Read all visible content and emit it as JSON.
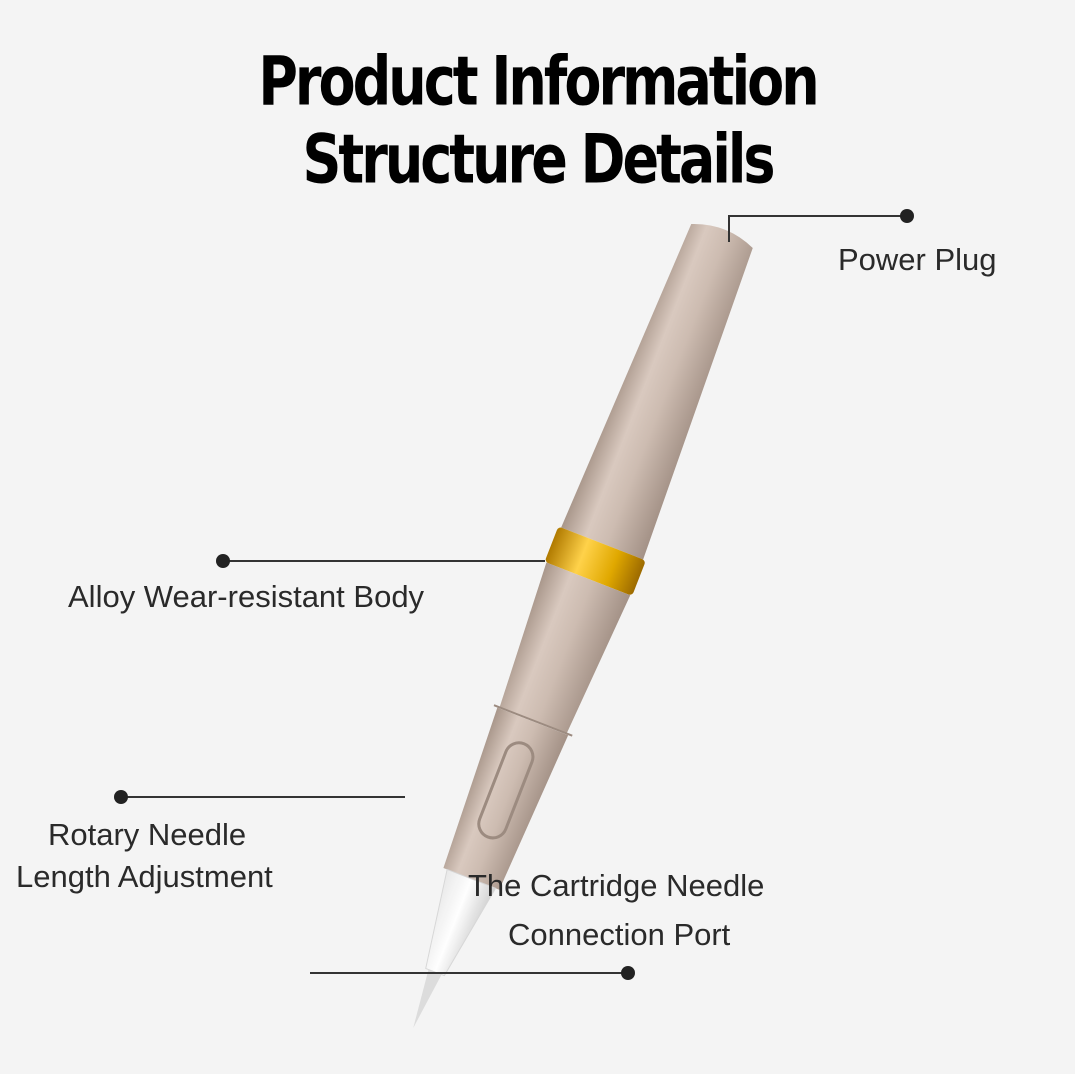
{
  "header": {
    "title_line1": "Product Information",
    "title_line2": "Structure Details"
  },
  "callouts": {
    "power_plug": "Power Plug",
    "body": "Alloy Wear-resistant Body",
    "rotary_line1": "Rotary Needle",
    "rotary_line2": "Length Adjustment",
    "port_line1": "The Cartridge Needle",
    "port_line2": "Connection Port"
  },
  "colors": {
    "background": "#f4f4f4",
    "pen_body": "#c9b8ad",
    "gold_ring": "#e0a800",
    "text": "#2a2a2a"
  }
}
